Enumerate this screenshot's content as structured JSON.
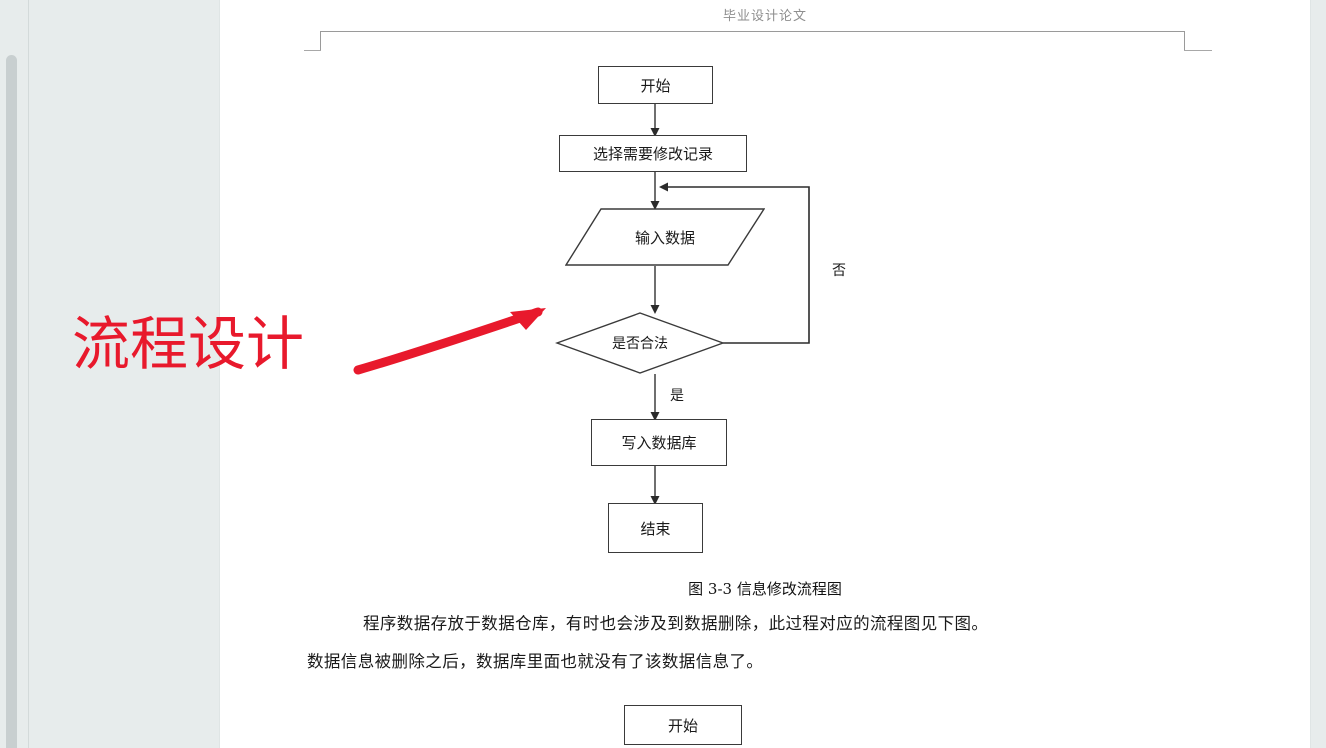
{
  "window": {
    "background_color": "#e7ecec",
    "page_color": "#ffffff"
  },
  "scrollbar": {
    "name": "vertical-scrollbar",
    "thumb_color": "#c8cfd0"
  },
  "document": {
    "header": {
      "title": "毕业设计论文"
    },
    "figure": {
      "caption": "图 3-3 信息修改流程图",
      "nodes": [
        {
          "id": "start",
          "label": "开始",
          "shape": "rectangle"
        },
        {
          "id": "select",
          "label": "选择需要修改记录",
          "shape": "rectangle"
        },
        {
          "id": "input",
          "label": "输入数据",
          "shape": "parallelogram"
        },
        {
          "id": "decide",
          "label": "是否合法",
          "shape": "diamond"
        },
        {
          "id": "write",
          "label": "写入数据库",
          "shape": "rectangle"
        },
        {
          "id": "end",
          "label": "结束",
          "shape": "rectangle"
        }
      ],
      "edge_labels": {
        "no": "否",
        "yes": "是"
      }
    },
    "paragraphs": [
      "程序数据存放于数据仓库，有时也会涉及到数据删除，此过程对应的流程图见下图。",
      "数据信息被删除之后，数据库里面也就没有了该数据信息了。"
    ],
    "next_figure": {
      "start_label": "开始"
    }
  },
  "annotation": {
    "text": "流程设计",
    "color": "#e8192c",
    "arrow_name": "red-arrow-pointing-to-flowchart"
  }
}
